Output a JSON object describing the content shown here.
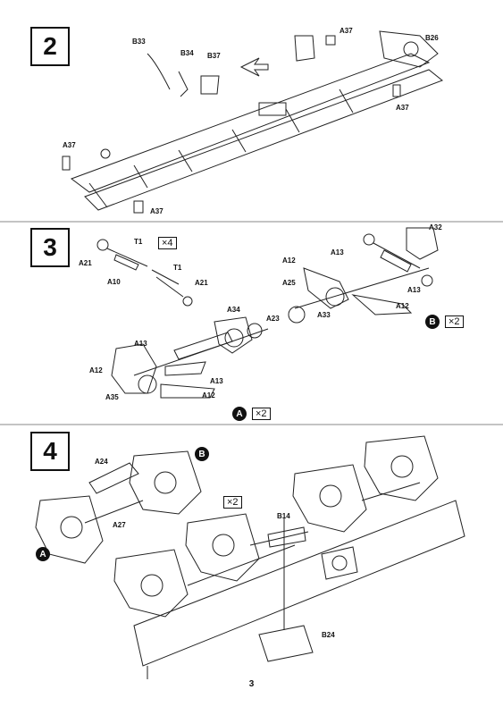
{
  "steps": [
    {
      "number": "2"
    },
    {
      "number": "3"
    },
    {
      "number": "4"
    }
  ],
  "step2_labels": {
    "b33": "B33",
    "b34": "B34",
    "b37": "B37",
    "a37_top": "A37",
    "b26": "B26",
    "a37_right": "A37",
    "a37_left": "A37",
    "a37_bottom": "A37"
  },
  "step3_labels": {
    "t1_a": "T1",
    "a21_left": "A21",
    "a10": "A10",
    "t1_b": "T1",
    "a21_right": "A21",
    "mult_x4": "×4",
    "a32": "A32",
    "a13_a": "A13",
    "a12_a": "A12",
    "a25": "A25",
    "a13_b": "A13",
    "a33": "A33",
    "a12_b": "A12",
    "badge_b": "B",
    "mult_x2_b": "×2",
    "a34": "A34",
    "a23": "A23",
    "a13_c": "A13",
    "a12_c": "A12",
    "a13_d": "A13",
    "a35": "A35",
    "a12_d": "A12",
    "badge_a": "A",
    "mult_x2_a": "×2"
  },
  "step4_labels": {
    "a24": "A24",
    "badge_b": "B",
    "mult_x2": "×2",
    "a27": "A27",
    "badge_a": "A",
    "b14": "B14",
    "b24": "B24"
  },
  "page_number": "3"
}
